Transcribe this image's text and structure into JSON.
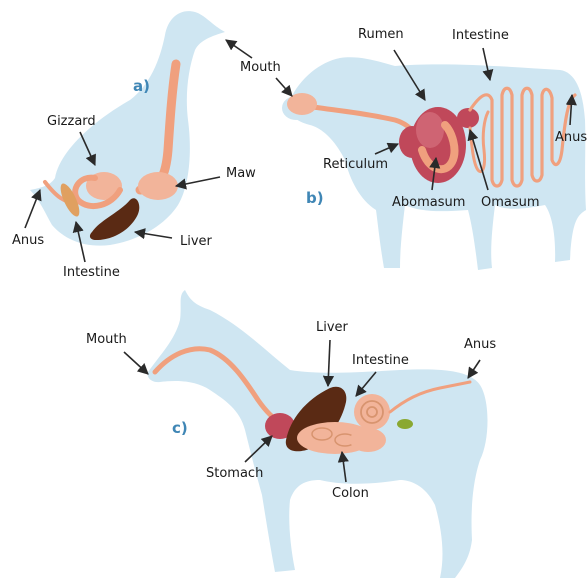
{
  "colors": {
    "silhouette": "#cfe6f2",
    "tract": "#f0a07e",
    "liver": "#5a2a14",
    "organ_red": "#c0485a",
    "organ_pink": "#f2b49a",
    "panel_letter": "#3f86b5",
    "gallbladder": "#8aa832"
  },
  "panels": {
    "a": {
      "letter": "a)",
      "labels": {
        "gizzard": "Gizzard",
        "maw": "Maw",
        "anus": "Anus",
        "liver": "Liver",
        "intestine": "Intestine"
      }
    },
    "b": {
      "letter": "b)",
      "labels": {
        "mouth": "Mouth",
        "rumen": "Rumen",
        "intestine": "Intestine",
        "anus": "Anus",
        "reticulum": "Reticulum",
        "abomasum": "Abomasum",
        "omasum": "Omasum"
      }
    },
    "c": {
      "letter": "c)",
      "labels": {
        "mouth": "Mouth",
        "liver": "Liver",
        "intestine": "Intestine",
        "anus": "Anus",
        "stomach": "Stomach",
        "colon": "Colon"
      }
    }
  }
}
